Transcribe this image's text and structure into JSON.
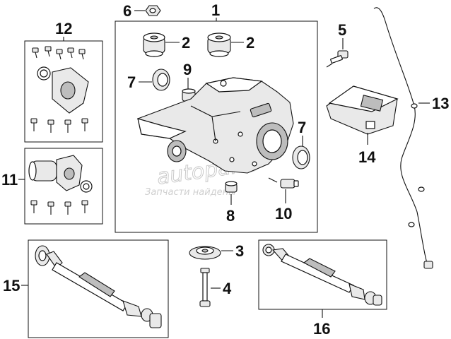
{
  "callouts": {
    "c1": "1",
    "c2a": "2",
    "c2b": "2",
    "c3": "3",
    "c4": "4",
    "c5": "5",
    "c6": "6",
    "c7a": "7",
    "c7b": "7",
    "c8": "8",
    "c9": "9",
    "c10": "10",
    "c11": "11",
    "c12": "12",
    "c13": "13",
    "c14": "14",
    "c15": "15",
    "c16": "16"
  },
  "watermark": {
    "logo_text": "autoparts",
    "caption": "Запчасти найдены"
  }
}
